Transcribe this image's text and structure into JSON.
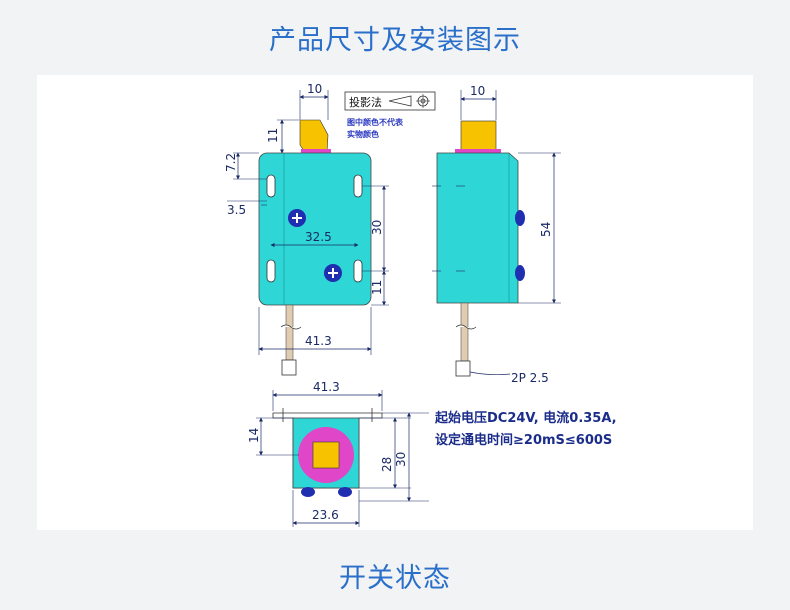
{
  "header": {
    "title": "产品尺寸及安装图示"
  },
  "footer": {
    "title": "开关状态"
  },
  "diagram": {
    "legend": {
      "projection_label": "投影法",
      "color_note_line1": "图中颜色不代表",
      "color_note_line2": "实物颜色"
    },
    "front_view": {
      "dims": {
        "pin_width": "10",
        "pin_height": "11",
        "top_offset": "7.2",
        "slot_offset": "3.5",
        "hole_spacing": "32.5",
        "vertical_spacing": "30",
        "bottom_offset": "11",
        "width": "41.3"
      }
    },
    "side_view": {
      "dims": {
        "pin_width": "10",
        "height": "54"
      },
      "connector_label": "2P  2.5"
    },
    "top_view": {
      "dims": {
        "width": "41.3",
        "pin_height": "14",
        "inner_height": "28",
        "outer_height": "30",
        "base_width": "23.6"
      }
    },
    "specs": {
      "line1": "起始电压DC24V, 电流0.35A,",
      "line2": "设定通电时间≥20mS≤600S"
    },
    "colors": {
      "body": "#2ed6d6",
      "plunger": "#f7c200",
      "screw": "#1f2fb0",
      "ring": "#e046c8",
      "dim_line": "#1a2a66"
    }
  }
}
